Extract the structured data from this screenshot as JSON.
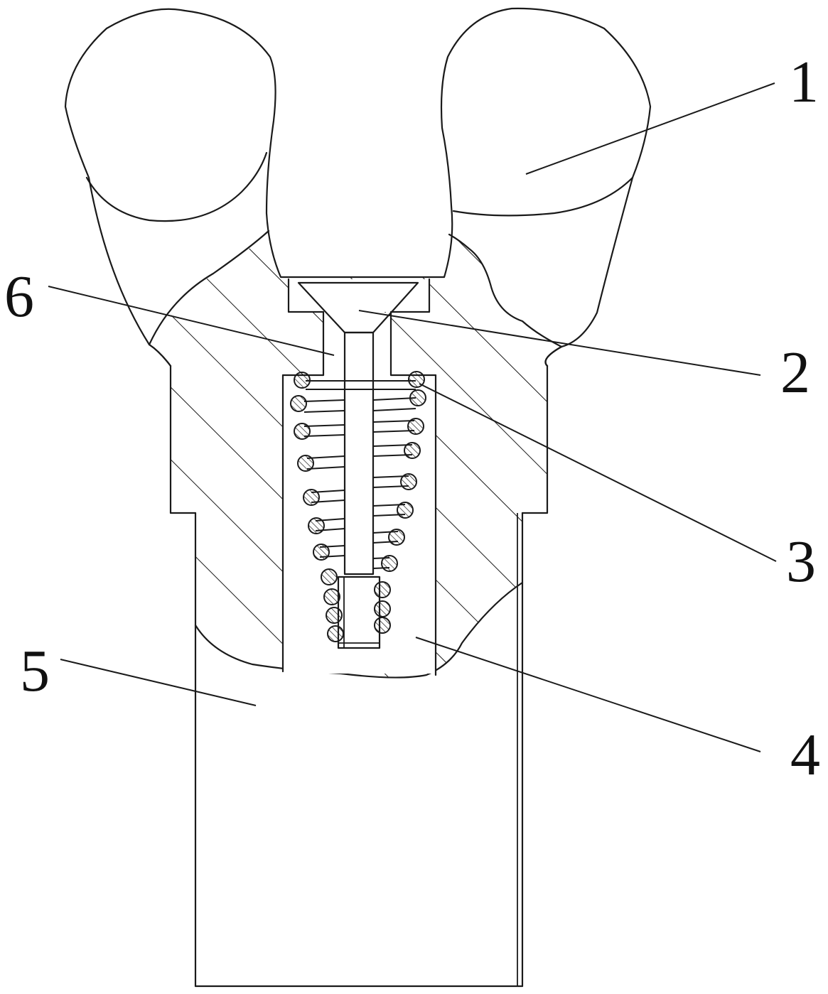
{
  "figure": {
    "callouts": [
      {
        "id": "1",
        "text": "1"
      },
      {
        "id": "2",
        "text": "2"
      },
      {
        "id": "3",
        "text": "3"
      },
      {
        "id": "4",
        "text": "4"
      },
      {
        "id": "5",
        "text": "5"
      },
      {
        "id": "6",
        "text": "6"
      }
    ]
  },
  "colors": {
    "line": "#1a1a1a",
    "background": "#ffffff"
  }
}
